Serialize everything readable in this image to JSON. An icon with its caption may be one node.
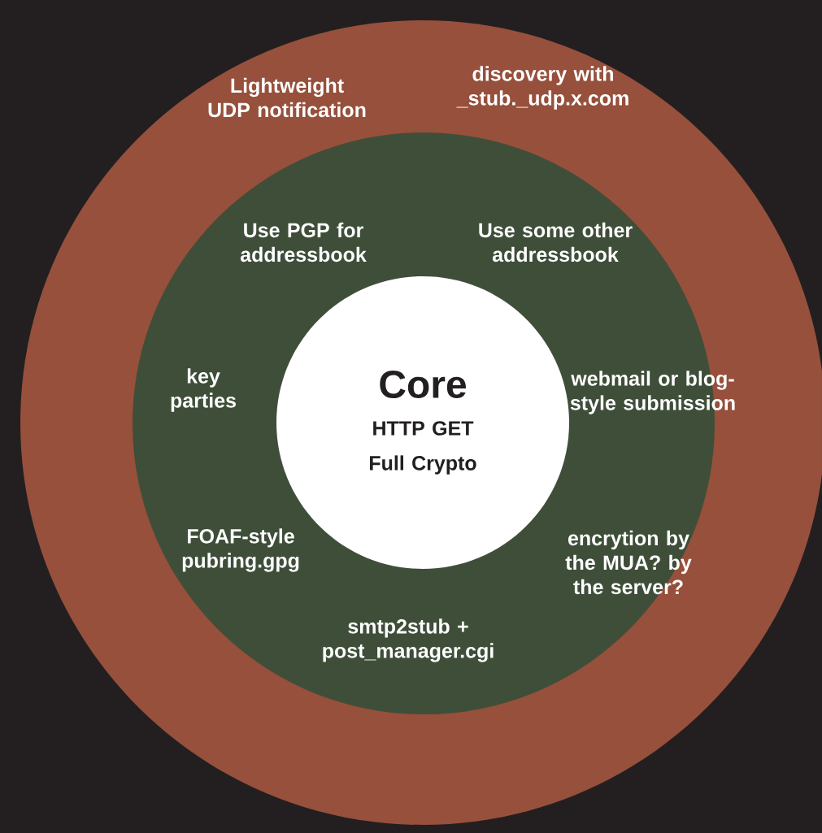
{
  "diagram": {
    "nodes": [
      {
        "text": [
          "Lightweight UDP notification",
          "discovery with _stub._udp.x.com"
        ]
      },
      {
        "text": [
          "Use PGP for addressbook",
          "Use some other addressbook",
          "key parties",
          "webmail or blog-style submission",
          "FOAF-style pubring.gpg",
          "encrytion by the MUA? by the server?",
          "smtp2stub + post_manager.cgi"
        ],
        "in": 0
      },
      {
        "text": [
          "Core",
          "HTTP GET",
          "Full Crypto"
        ],
        "in": 1
      }
    ]
  }
}
